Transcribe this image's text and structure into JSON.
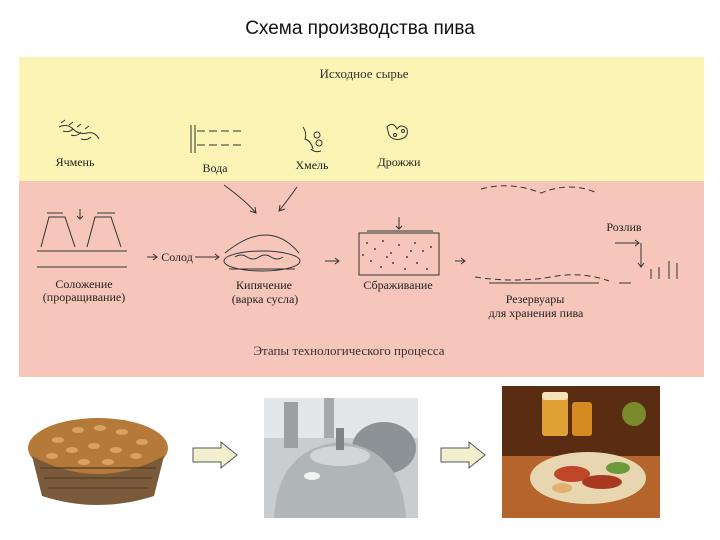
{
  "title": "Схема производства пива",
  "diagram": {
    "raw_materials_header": "Исходное сырье",
    "raw_materials": {
      "barley": "Ячмень",
      "water": "Вода",
      "hops": "Хмель",
      "yeast": "Дрожжи"
    },
    "stages": {
      "malting_1": "Соложение",
      "malting_2": "(проращивание)",
      "malt": "Солод",
      "boiling_1": "Кипячение",
      "boiling_2": "(варка сусла)",
      "fermentation": "Сбраживание",
      "tanks_1": "Резервуары",
      "tanks_2": "для хранения пива",
      "bottling": "Розлив"
    },
    "stages_footer": "Этапы технологического процесса"
  },
  "colors": {
    "top_band": "#fbf4b4",
    "bottom_band": "#f6c6bb",
    "arrow_fill": "#f2efcf"
  },
  "photos": [
    "grain-basket-photo",
    "brewing-kettle-photo",
    "beer-and-food-photo"
  ]
}
